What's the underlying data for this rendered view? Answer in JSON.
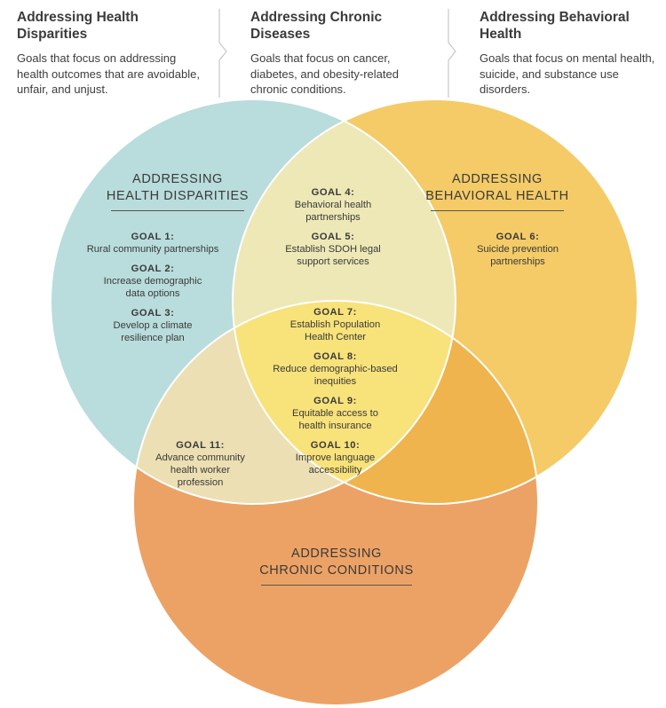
{
  "headers": [
    {
      "title": "Addressing Health Disparities",
      "description": "Goals that focus on addressing health outcomes that are avoidable, unfair, and unjust."
    },
    {
      "title": "Addressing Chronic Diseases",
      "description": "Goals that focus on cancer, diabetes, and obesity-related chronic conditions."
    },
    {
      "title": "Addressing Behavioral Health",
      "description": "Goals that focus on mental health, suicide, and substance use disorders."
    }
  ],
  "circles": {
    "disparities": {
      "title_line1": "ADDRESSING",
      "title_line2": "HEALTH DISPARITIES",
      "color": "#b9dcdc"
    },
    "behavioral": {
      "title_line1": "ADDRESSING",
      "title_line2": "BEHAVIORAL HEALTH",
      "color": "#f4cb67"
    },
    "chronic": {
      "title_line1": "ADDRESSING",
      "title_line2": "CHRONIC CONDITIONS",
      "color": "#eca265"
    }
  },
  "overlap_colors": {
    "disparities_behavioral": "#ede8b6",
    "disparities_chronic": "#ecdfb3",
    "behavioral_chronic": "#f0b44e",
    "center": "#f8e27a"
  },
  "goals": {
    "g1": {
      "label": "GOAL 1:",
      "text1": "Rural community partnerships",
      "text2": ""
    },
    "g2": {
      "label": "GOAL 2:",
      "text1": "Increase demographic",
      "text2": "data options"
    },
    "g3": {
      "label": "GOAL 3:",
      "text1": "Develop a climate",
      "text2": "resilience plan"
    },
    "g4": {
      "label": "GOAL 4:",
      "text1": "Behavioral health",
      "text2": "partnerships"
    },
    "g5": {
      "label": "GOAL 5:",
      "text1": "Establish SDOH legal",
      "text2": "support services"
    },
    "g6": {
      "label": "GOAL 6:",
      "text1": "Suicide prevention",
      "text2": "partnerships"
    },
    "g7": {
      "label": "GOAL 7:",
      "text1": "Establish Population",
      "text2": "Health Center"
    },
    "g8": {
      "label": "GOAL 8:",
      "text1": "Reduce demographic-based",
      "text2": "inequities"
    },
    "g9": {
      "label": "GOAL 9:",
      "text1": "Equitable access to",
      "text2": "health insurance"
    },
    "g10": {
      "label": "GOAL 10:",
      "text1": "Improve language",
      "text2": "accessibility"
    },
    "g11": {
      "label": "GOAL 11:",
      "text1": "Advance community",
      "text2": "health worker",
      "text3": "profession"
    }
  }
}
